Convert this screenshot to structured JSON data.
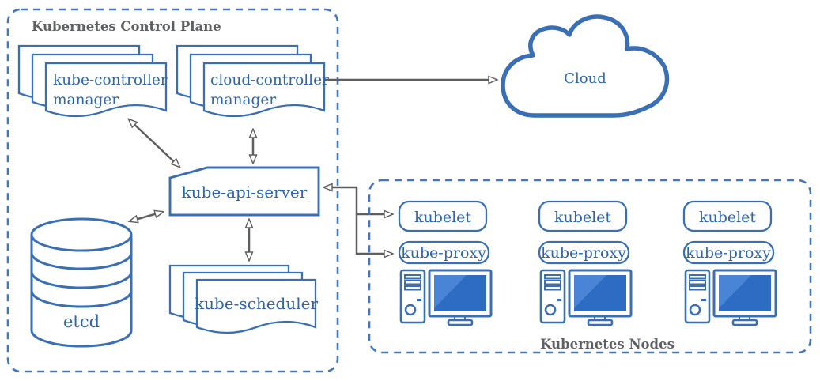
{
  "control_plane": {
    "title": "Kubernetes Control Plane",
    "kube_controller_manager": {
      "line1": "kube-controller",
      "line2": "manager"
    },
    "cloud_controller_manager": {
      "line1": "cloud-controller",
      "line2": "manager"
    },
    "kube_api_server": {
      "label": "kube-api-server"
    },
    "etcd": {
      "label": "etcd"
    },
    "kube_scheduler": {
      "label": "kube-scheduler"
    }
  },
  "cloud": {
    "label": "Cloud"
  },
  "nodes": {
    "title": "Kubernetes Nodes",
    "items": [
      {
        "kubelet": "kubelet",
        "kube_proxy": "kube-proxy"
      },
      {
        "kubelet": "kubelet",
        "kube_proxy": "kube-proxy"
      },
      {
        "kubelet": "kubelet",
        "kube_proxy": "kube-proxy"
      }
    ]
  },
  "colors": {
    "outline_blue": "#3a6fb3",
    "dashed_border_blue": "#4478bb",
    "text_blue": "#2d66b0",
    "title_gray": "#5f6062",
    "arrow_gray": "#5e5e5e",
    "monitor_screen_blue": "#2e6bc2",
    "monitor_glare_blue": "#4a84d6",
    "background": "#ffffff"
  }
}
